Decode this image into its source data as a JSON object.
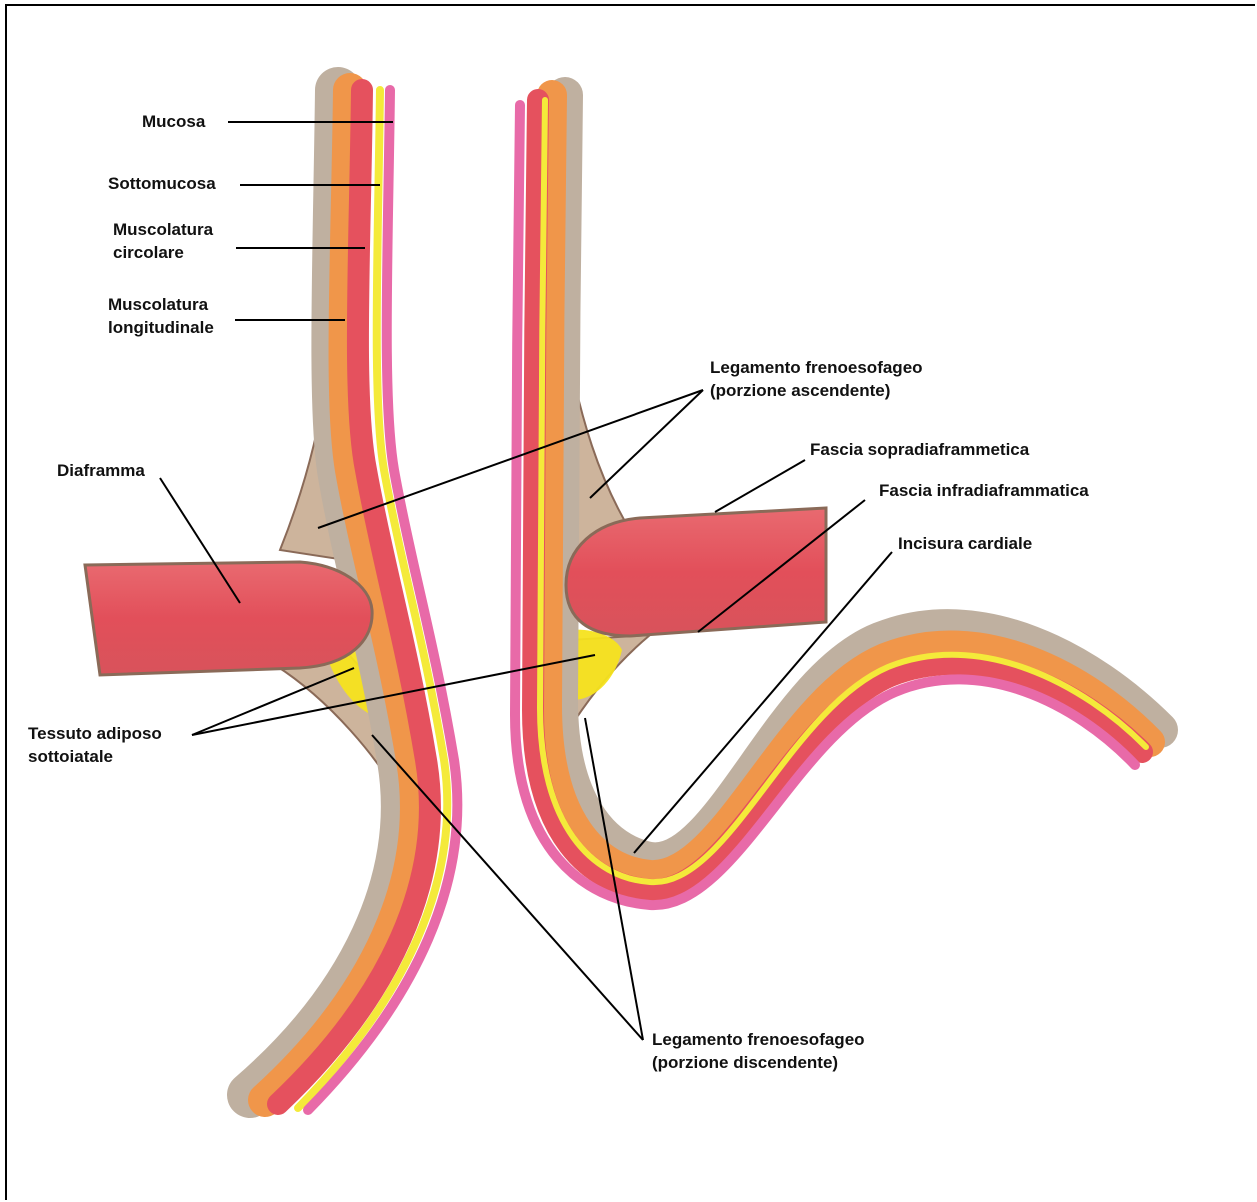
{
  "labels": {
    "mucosa": "Mucosa",
    "sottomucosa": "Sottomucosa",
    "musc_circolare": [
      "Muscolatura",
      "circolare"
    ],
    "musc_longitudinale": [
      "Muscolatura",
      "longitudinale"
    ],
    "diaframma": "Diaframma",
    "tessuto_adiposo": [
      "Tessuto adiposo",
      "sottoiatale"
    ],
    "leg_ascendente": [
      "Legamento frenoesofageo",
      "(porzione ascendente)"
    ],
    "fascia_sopra": "Fascia sopradiaframmetica",
    "fascia_infra": "Fascia infradiaframmatica",
    "incisura": "Incisura cardiale",
    "leg_discendente": [
      "Legamento frenoesofageo",
      "(porzione discendente)"
    ]
  },
  "colors": {
    "mucosa_pink": "#e86aa8",
    "muscle_red": "#e5515e",
    "submucosa_yellow": "#f4ea3a",
    "orange": "#f0964a",
    "tan": "#c9a98e",
    "brown": "#8a6a58",
    "fat_yellow": "#f5e31e",
    "diaphragm": "#e45a62"
  }
}
